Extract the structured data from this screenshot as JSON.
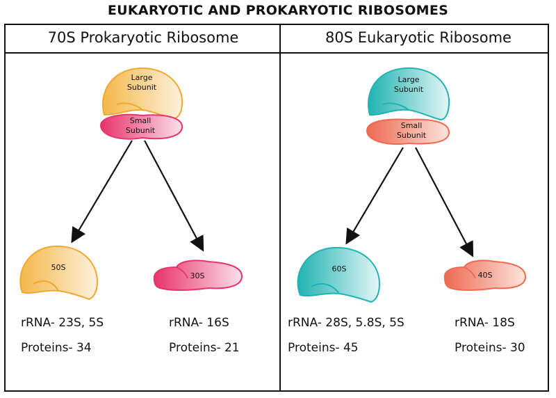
{
  "title": "EUKARYOTIC AND PROKARYOTIC RIBOSOMES",
  "panels": [
    {
      "title": "70S Prokaryotic Ribosome",
      "large_label": [
        "Large",
        "Subunit"
      ],
      "small_label": [
        "Small",
        "Subunit"
      ],
      "left_sub": {
        "label": "50S",
        "rrna": "rRNA- 23S, 5S",
        "proteins": "Proteins- 34"
      },
      "right_sub": {
        "label": "30S",
        "rrna": "rRNA- 16S",
        "proteins": "Proteins- 21"
      },
      "colors": {
        "large": "#f5b84a",
        "small": "#e8336c"
      }
    },
    {
      "title": "80S Eukaryotic Ribosome",
      "large_label": [
        "Large",
        "Subunit"
      ],
      "small_label": [
        "Small",
        "Subunit"
      ],
      "left_sub": {
        "label": "60S",
        "rrna": "rRNA- 28S, 5.8S, 5S",
        "proteins": "Proteins- 45"
      },
      "right_sub": {
        "label": "40S",
        "rrna": "rRNA- 18S",
        "proteins": "Proteins- 30"
      },
      "colors": {
        "large": "#21b3b3",
        "small": "#ee6a52"
      }
    }
  ]
}
